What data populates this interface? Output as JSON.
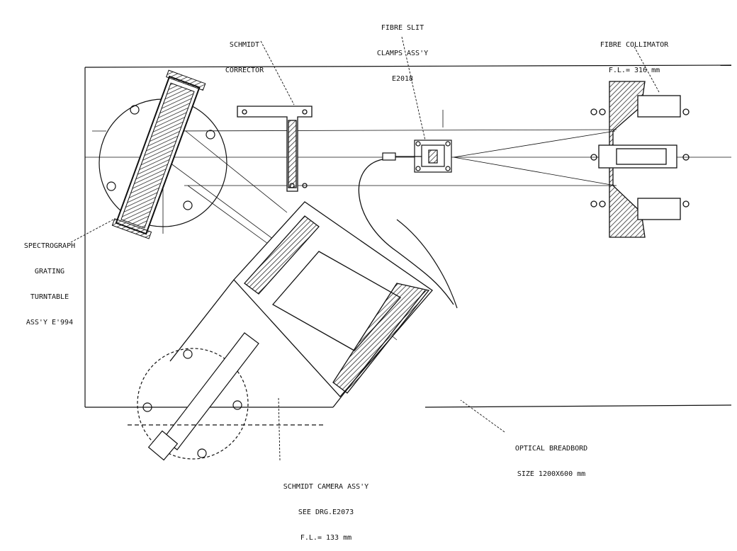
{
  "labels": {
    "fibre_slit": [
      "FIBRE SLIT",
      "CLAMPS ASS'Y",
      "E2018"
    ],
    "schmidt_corrector": [
      "SCHMIDT",
      "CORRECTOR"
    ],
    "fibre_collimator": [
      "FIBRE COLLIMATOR",
      "F.L.= 316 mm"
    ],
    "spectrograph": [
      "SPECTROGRAPH",
      "GRATING",
      "TURNTABLE",
      "ASS'Y E'994"
    ],
    "optical_breadboard": [
      "OPTICAL BREADBORD",
      "SIZE 1200X600 mm"
    ],
    "schmidt_camera": [
      "SCHMIDT CAMERA ASS'Y",
      "SEE DRG.E2073",
      "F.L.= 133 mm"
    ]
  },
  "colors": {
    "ink": "#111111",
    "background": "#ffffff"
  }
}
